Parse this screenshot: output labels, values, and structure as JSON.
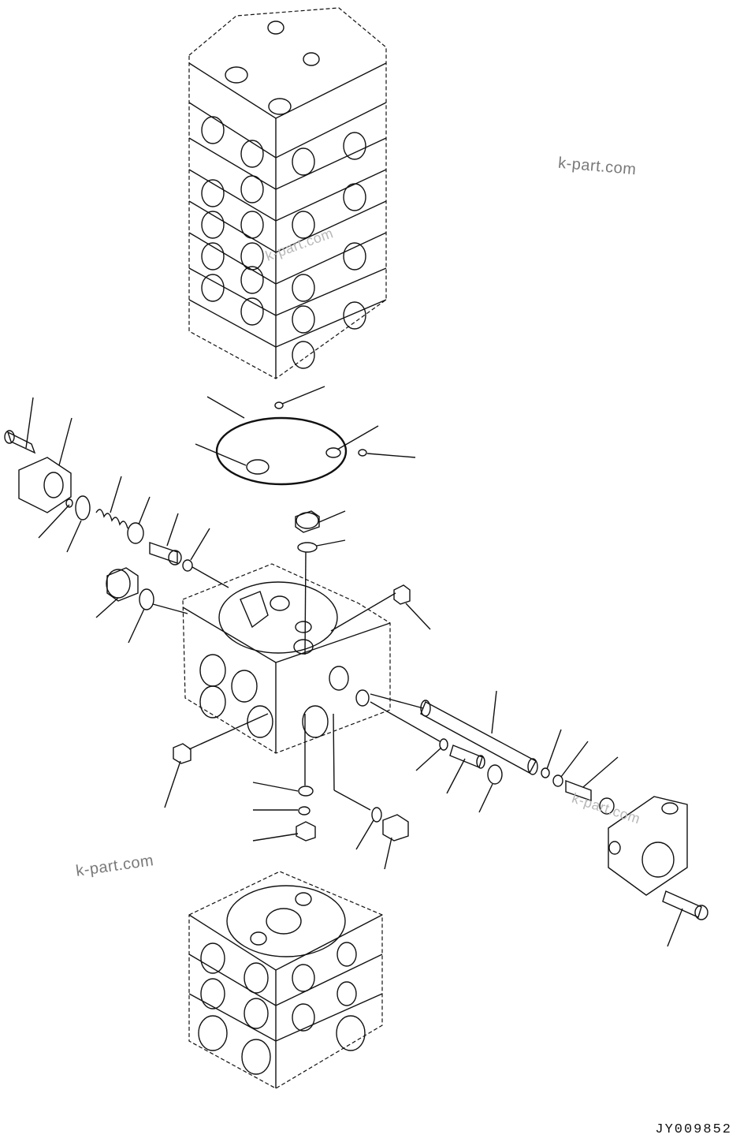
{
  "watermarks": {
    "top_right": "k-part.com",
    "center": "k-part.com",
    "bottom_left": "k-part.com",
    "right_middle": "k-part.com"
  },
  "drawing_id": "JY009852"
}
